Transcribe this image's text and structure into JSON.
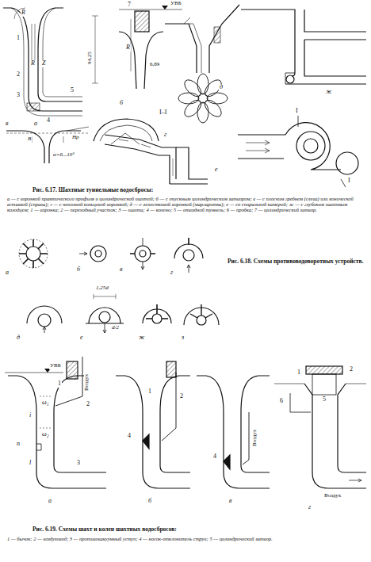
{
  "diagram": {
    "labels": [
      "R",
      "1",
      "R",
      "Z",
      "2",
      "3",
      "4",
      "5",
      "а",
      "в",
      "B",
      "Hр",
      "α=6...10°",
      "7",
      "УВБ",
      "94,25",
      "R",
      "6,89",
      "б",
      "г",
      "д",
      "ж",
      "I–I",
      "е",
      "I",
      "I",
      "Рис. 6.17. Шахтные туннельные водосбросы:",
      "а — с воронкой практического профиля и цилиндрической шахтой; б — с опускным цилиндрическим затвором; в — с плоским гребнем (слева) или конической вставкой (справа); г — с неполной кольцевой воронкой; д — с лепестковой воронкой (маргаритка); е — со спиральной камерой; ж — с глубоким шахтным колодцем; 1 — воронка; 2 — переходный участок; 3 — шахта; 4 — колено; 5 — отводной туннель; 6 — пробка; 7 — цилиндрический затвор.",
      "а",
      "б",
      "в",
      "г",
      "д",
      "е",
      "ж",
      "з",
      "1,25d",
      "d/2",
      "Рис. 6.18. Схемы противоводоворотных устройств.",
      "УВБ",
      "Воздух",
      "1",
      "2",
      "ω₁",
      "ω₂",
      "i",
      "l",
      "n",
      "3",
      "а",
      "1",
      "2",
      "4",
      "б",
      "Воздух",
      "4",
      "в",
      "1",
      "2",
      "5",
      "6",
      "Воздух",
      "г",
      "Рис. 6.19. Схемы шахт и колен шахтных водосбросов:",
      "1 — бычок; 2 — воздуховод; 3 — противовакуумный уступ; 4 — носок-отклонитель струи; 5 — цилиндрический затвор."
    ]
  }
}
